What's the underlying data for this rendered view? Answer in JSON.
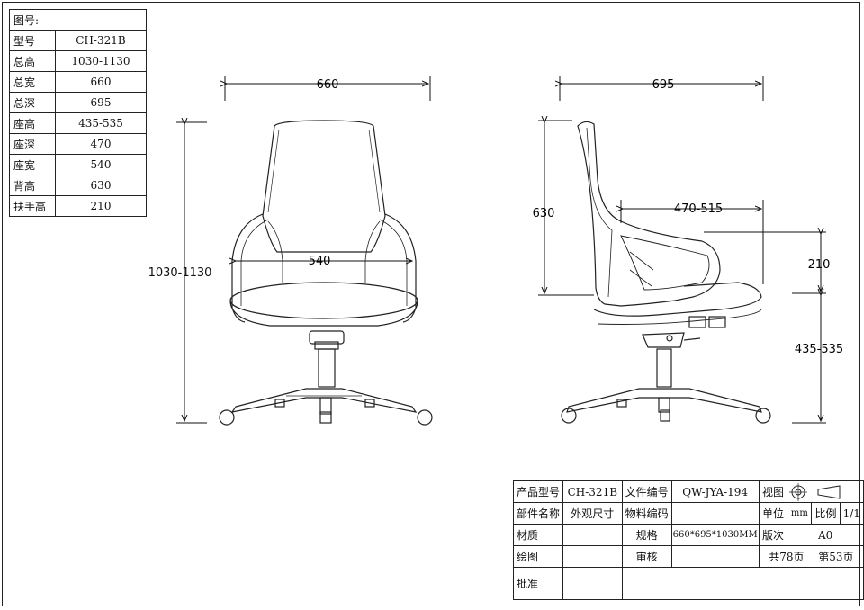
{
  "spec_table": {
    "header": "图号:",
    "rows": [
      {
        "label": "型号",
        "value": "CH-321B"
      },
      {
        "label": "总高",
        "value": "1030-1130"
      },
      {
        "label": "总宽",
        "value": "660"
      },
      {
        "label": "总深",
        "value": "695"
      },
      {
        "label": "座高",
        "value": "435-535"
      },
      {
        "label": "座深",
        "value": "470"
      },
      {
        "label": "座宽",
        "value": "540"
      },
      {
        "label": "背高",
        "value": "630"
      },
      {
        "label": "扶手高",
        "value": "210"
      }
    ]
  },
  "dimensions": {
    "front_width": "660",
    "side_depth": "695",
    "total_height": "1030-1130",
    "seat_width": "540",
    "back_height": "630",
    "seat_depth": "470-515",
    "armrest_height": "210",
    "seat_height": "435-535"
  },
  "title_block": {
    "product_model_label": "产品型号",
    "product_model": "CH-321B",
    "file_no_label": "文件编号",
    "file_no": "QW-JYA-194",
    "view_label": "视图",
    "part_name_label": "部件名称",
    "part_name": "外观尺寸",
    "material_code_label": "物料编码",
    "unit_label": "单位",
    "unit": "mm",
    "scale_label": "比例",
    "scale": "1/1",
    "material_label": "材质",
    "spec_label": "规格",
    "spec": "660*695*1030MM",
    "version_label": "版次",
    "version": "A0",
    "drawn_label": "绘图",
    "review_label": "审核",
    "pages": "共78页",
    "page_no": "第53页",
    "approve_label": "批准"
  }
}
